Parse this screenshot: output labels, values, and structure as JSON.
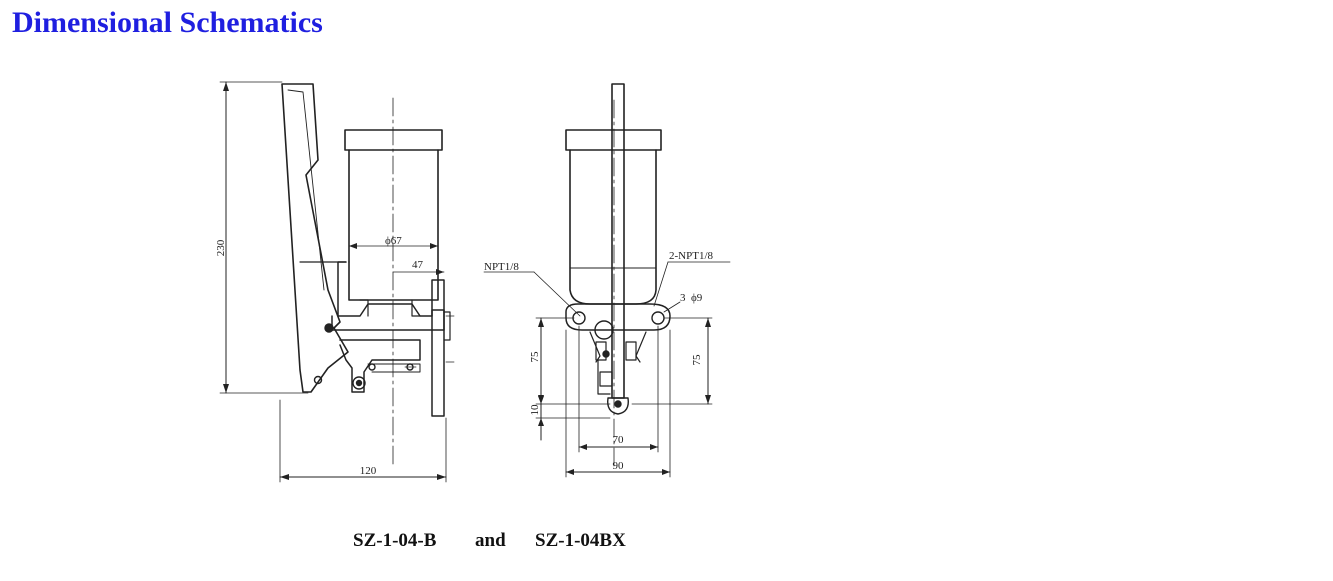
{
  "page": {
    "title": "Dimensional Schematics"
  },
  "schematic": {
    "side_view": {
      "height_label": "230",
      "width_label": "120",
      "diameter_label": "ϕ67",
      "offset_label": "47"
    },
    "front_view": {
      "port_left_label": "NPT1/8",
      "port_right_label": "2-NPT1/8",
      "hole_label": "3  ϕ9",
      "left_height_label": "75",
      "right_height_label": "75",
      "bottom_label": "10",
      "inner_width_label": "70",
      "outer_width_label": "90"
    },
    "colors": {
      "title": "#1f1fe0",
      "line": "#222222"
    }
  },
  "caption": {
    "model_a": "SZ-1-04-B",
    "conjunction": "and",
    "model_b": "SZ-1-04BX"
  }
}
